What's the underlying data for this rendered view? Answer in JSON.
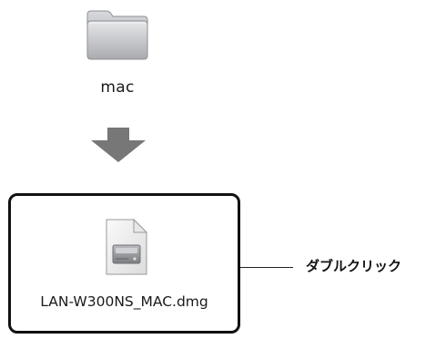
{
  "folder": {
    "name": "mac",
    "icon": "folder-icon"
  },
  "arrow": {
    "icon": "arrow-down-icon",
    "color": "#777777"
  },
  "file": {
    "name": "LAN-W300NS_MAC.dmg",
    "icon": "disk-image-icon"
  },
  "instruction": {
    "text": "ダブルクリック"
  }
}
